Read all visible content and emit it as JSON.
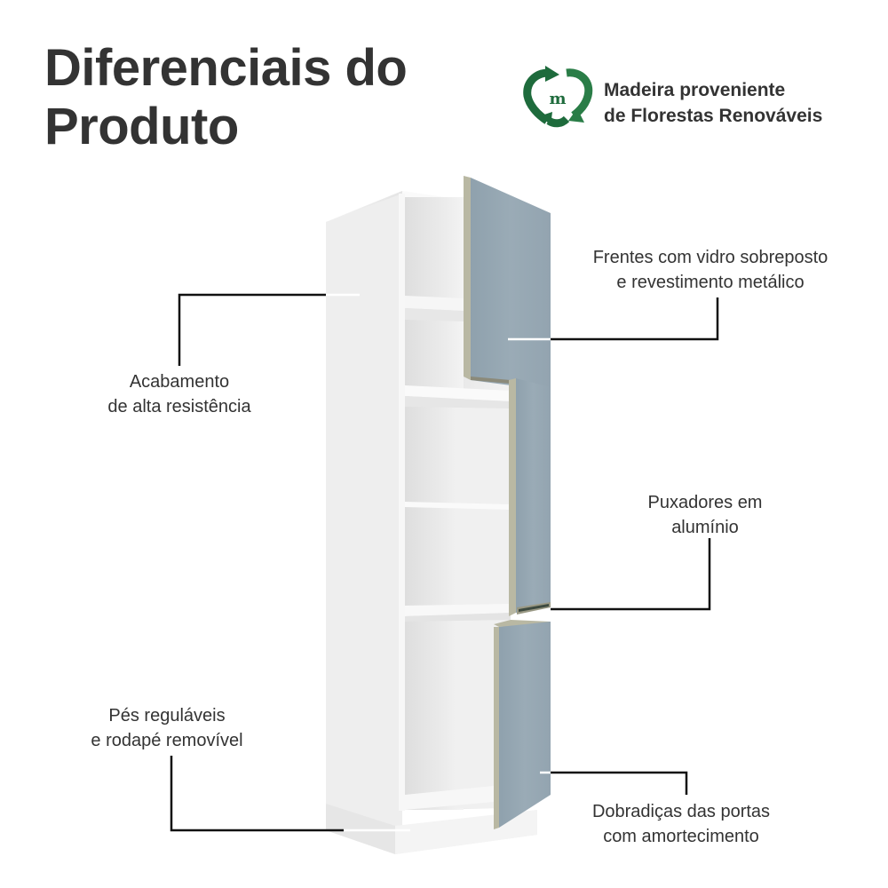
{
  "header": {
    "title_line1": "Diferenciais do",
    "title_line2": "Produto"
  },
  "badge": {
    "icon": "recycle-heart-m-icon",
    "icon_letter": "m",
    "line1": "Madeira proveniente",
    "line2": "de Florestas Renováveis",
    "color": "#1e6b3c"
  },
  "features": [
    {
      "id": "finish",
      "line1": "Acabamento",
      "line2": "de alta resistência"
    },
    {
      "id": "fronts",
      "line1": "Frentes com vidro sobreposto",
      "line2": "e revestimento metálico"
    },
    {
      "id": "handles",
      "line1": "Puxadores em",
      "line2": "alumínio"
    },
    {
      "id": "feet",
      "line1": "Pés reguláveis",
      "line2": "e rodapé removível"
    },
    {
      "id": "hinges",
      "line1": "Dobradiças das portas",
      "line2": "com amortecimento"
    }
  ],
  "colors": {
    "text": "#333333",
    "cabinet_white": "#f2f2f2",
    "door_blue_gray": "#93a4b0",
    "door_edge": "#b9b8a3",
    "leader_line": "#111111"
  }
}
